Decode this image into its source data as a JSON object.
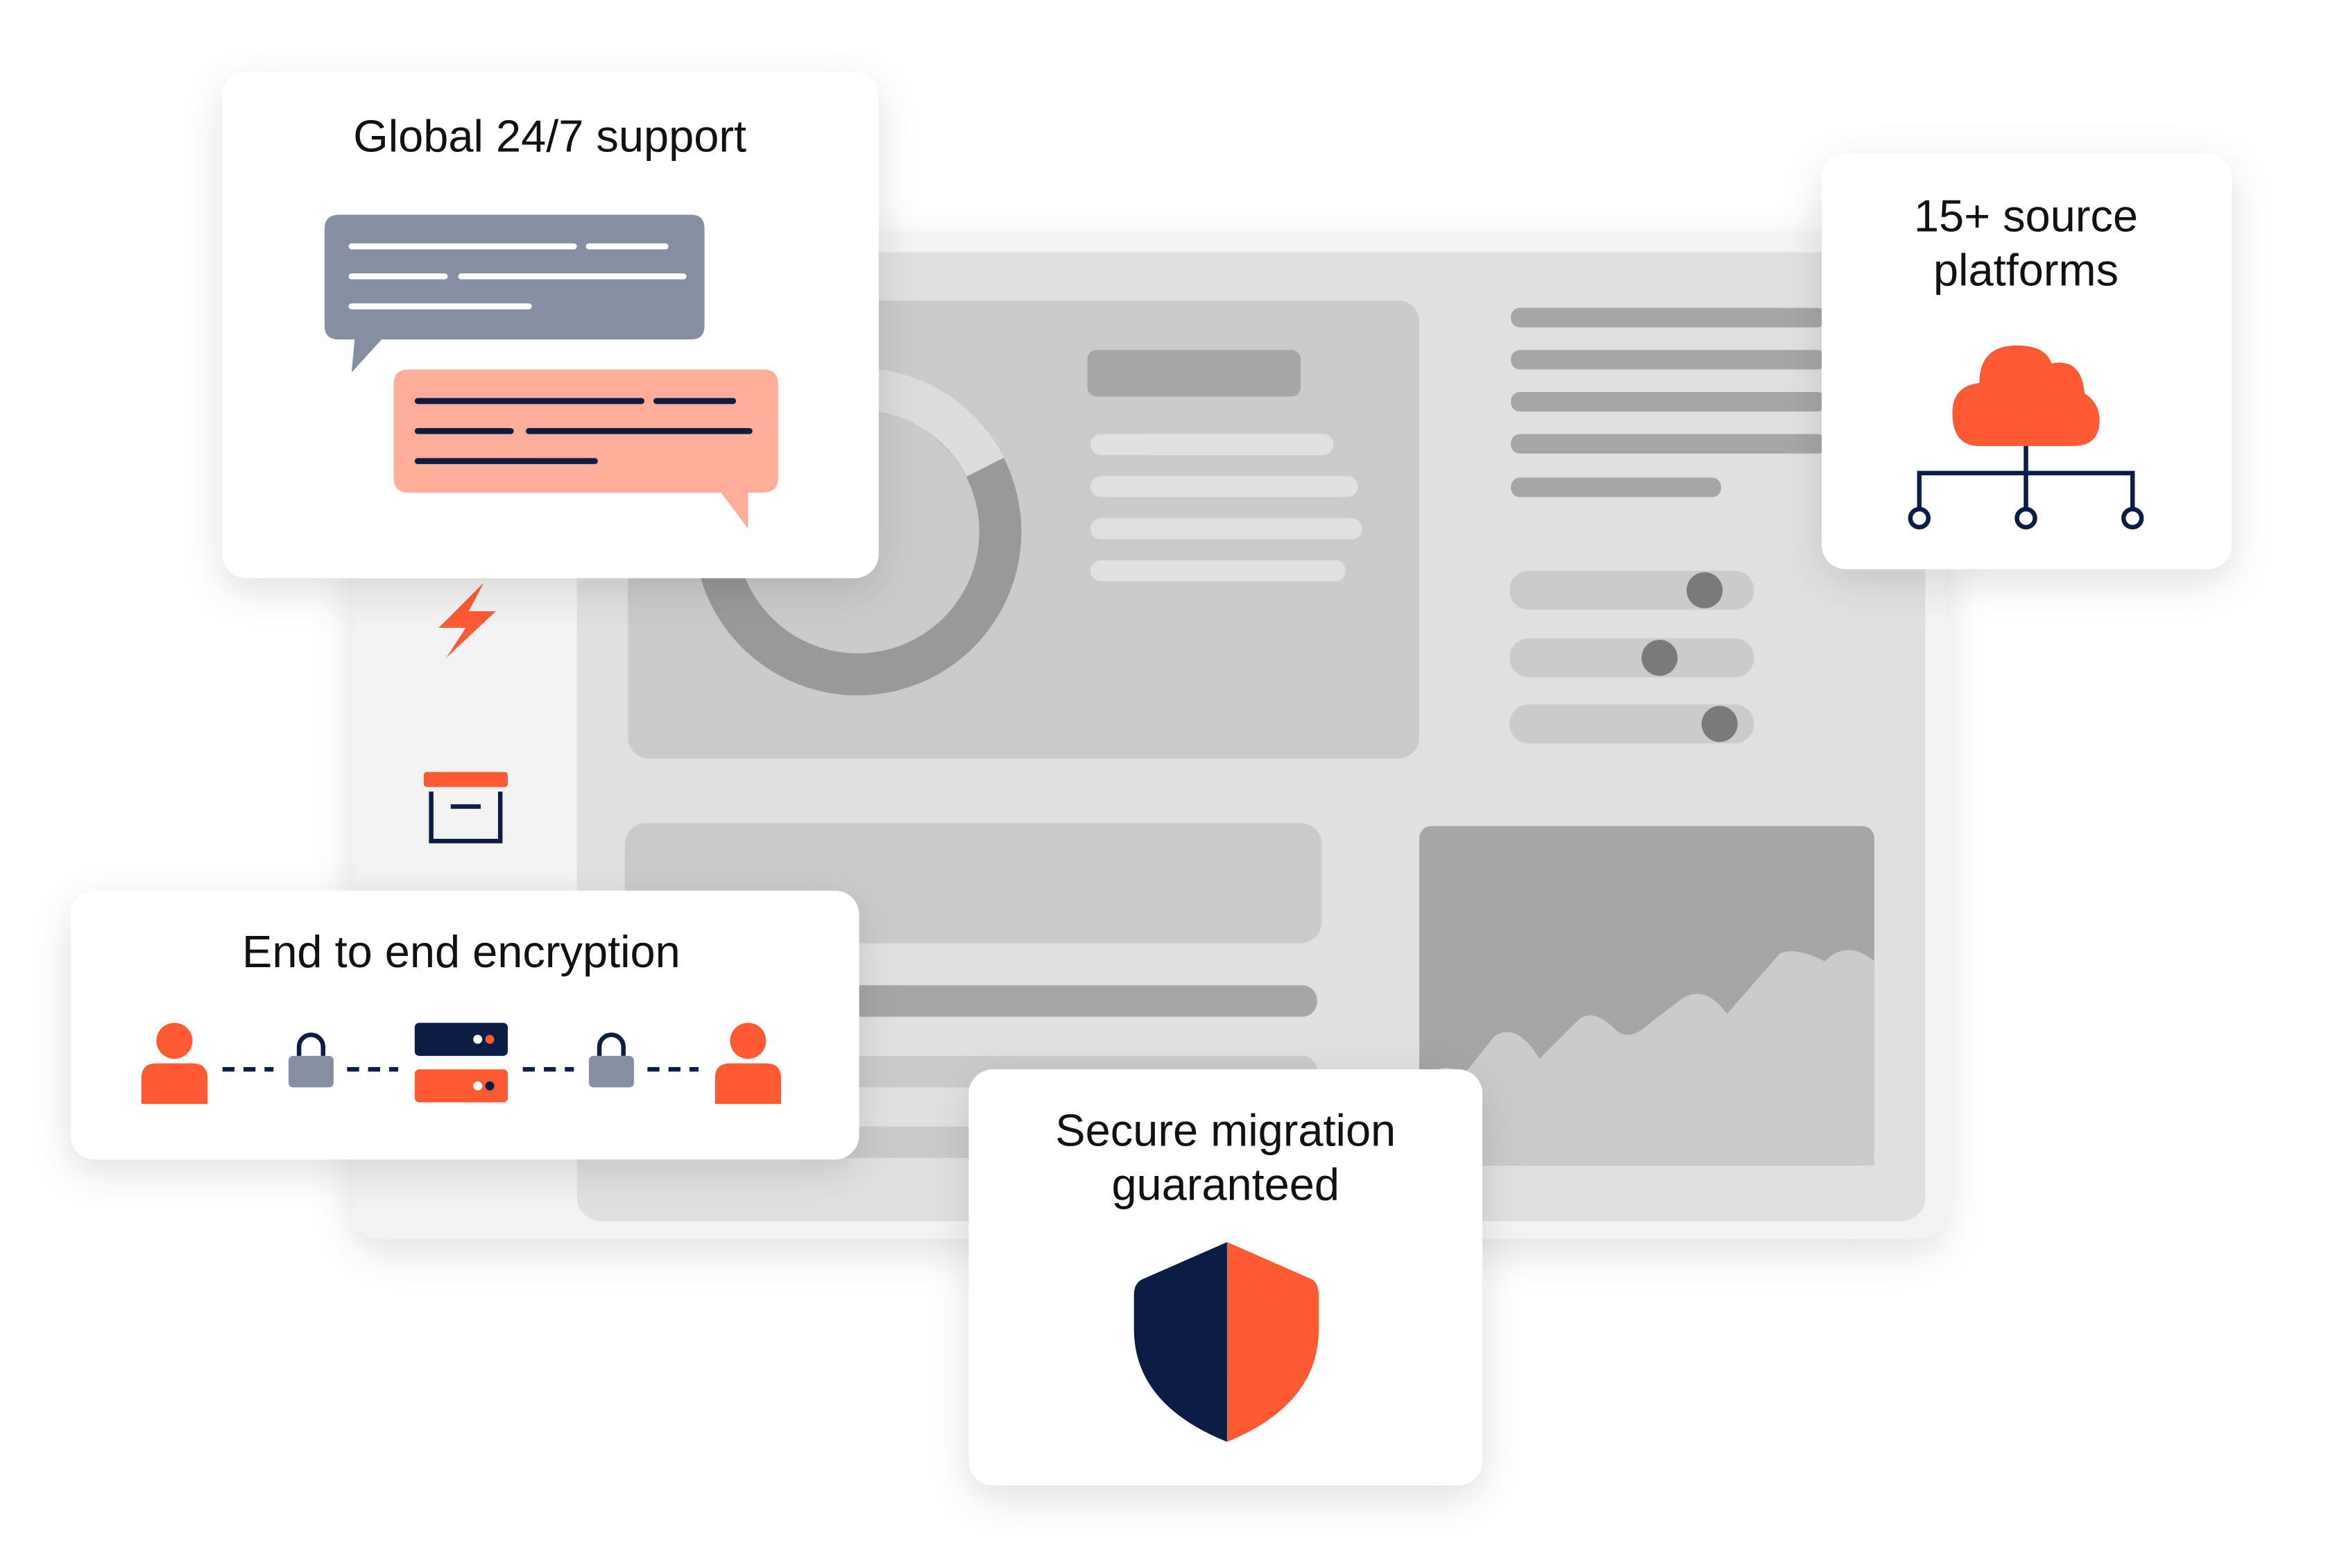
{
  "cards": {
    "support": {
      "title": "Global 24/7 support"
    },
    "platforms": {
      "title_line1": "15+ source",
      "title_line2": "platforms"
    },
    "encryption": {
      "title": "End to end encryption"
    },
    "migration": {
      "title_line1": "Secure migration",
      "title_line2": "guaranteed"
    }
  },
  "colors": {
    "accent": "#FF5A33",
    "navy": "#0B1D45",
    "slate": "#858EA3",
    "salmon": "#FFAE9A"
  }
}
